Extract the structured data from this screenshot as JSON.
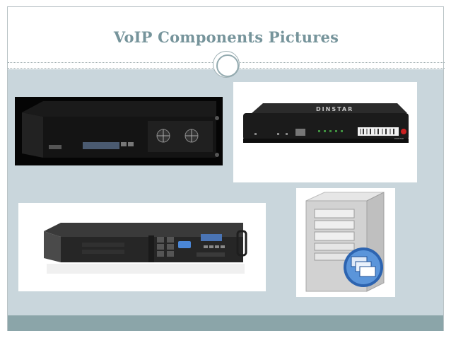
{
  "slide": {
    "title": "VoIP Components Pictures"
  },
  "pictures": {
    "dinstar_brand": "DINSTAR",
    "dinstar_logo_text": "DINSTAR"
  }
}
